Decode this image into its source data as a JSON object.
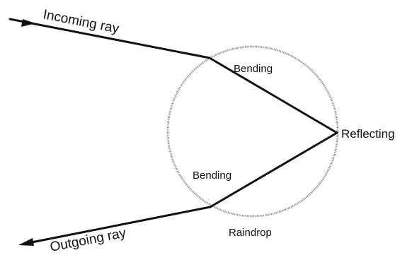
{
  "labels": {
    "incoming": "Incoming ray",
    "outgoing": "Outgoing ray",
    "bending_top": "Bending",
    "bending_bottom": "Bending",
    "reflecting": "Reflecting",
    "raindrop": "Raindrop"
  },
  "colors": {
    "ray": "#111111",
    "drop_outline": "#8c8c8c",
    "background": "#ffffff"
  }
}
